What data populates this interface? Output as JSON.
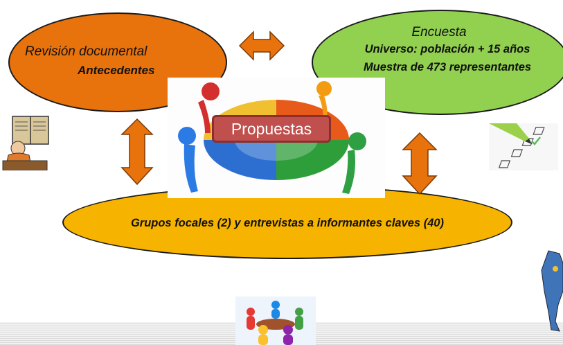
{
  "nodes": {
    "revision": {
      "title": "Revisión documental",
      "subtitle": "Antecedentes"
    },
    "encuesta": {
      "title": "Encuesta",
      "line1": "Universo: población + 15 años",
      "line2": "Muestra de 473 representantes"
    },
    "grupos": {
      "text": "Grupos focales (2) y entrevistas a informantes claves (40)"
    },
    "center": {
      "label": "Propuestas"
    }
  },
  "colors": {
    "revision_fill": "#e8720c",
    "encuesta_fill": "#92d050",
    "grupos_fill": "#f6b400",
    "arrow_fill": "#e8720c",
    "label_fill": "#c0504d"
  },
  "icons": [
    "reader-icon",
    "checklist-icon",
    "map-icon",
    "meeting-icon",
    "puzzle-people-icon"
  ]
}
